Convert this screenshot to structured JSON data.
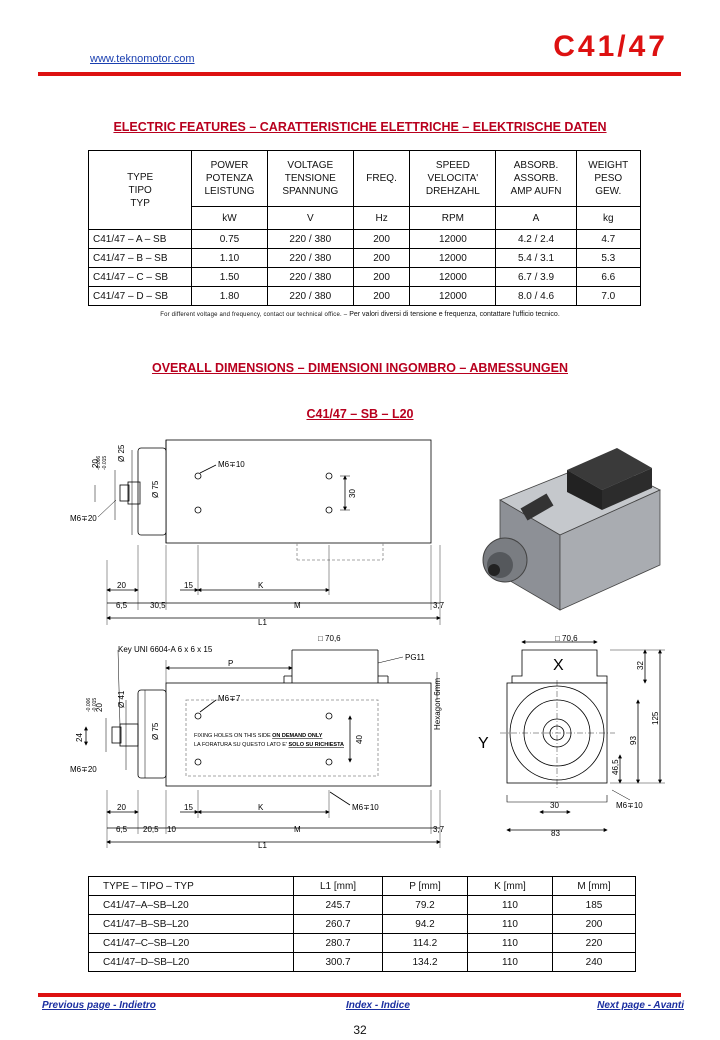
{
  "header": {
    "website": "www.teknomotor.com",
    "model_code": "C41/47"
  },
  "electric_section": {
    "title": "ELECTRIC FEATURES – CARATTERISTICHE ELETTRICHE – ELEKTRISCHE DATEN",
    "columns": [
      {
        "lines": [
          "TYPE",
          "TIPO",
          "TYP"
        ],
        "unit": ""
      },
      {
        "lines": [
          "POWER",
          "POTENZA",
          "LEISTUNG"
        ],
        "unit": "kW"
      },
      {
        "lines": [
          "VOLTAGE",
          "TENSIONE",
          "SPANNUNG"
        ],
        "unit": "V"
      },
      {
        "lines": [
          "FREQ."
        ],
        "unit": "Hz"
      },
      {
        "lines": [
          "SPEED",
          "VELOCITA'",
          "DREHZAHL"
        ],
        "unit": "RPM"
      },
      {
        "lines": [
          "ABSORB.",
          "ASSORB.",
          "AMP AUFN"
        ],
        "unit": "A"
      },
      {
        "lines": [
          "WEIGHT",
          "PESO",
          "GEW."
        ],
        "unit": "kg"
      }
    ],
    "rows": [
      [
        "C41/47 – A – SB",
        "0.75",
        "220 / 380",
        "200",
        "12000",
        "4.2 / 2.4",
        "4.7"
      ],
      [
        "C41/47 – B – SB",
        "1.10",
        "220 / 380",
        "200",
        "12000",
        "5.4 / 3.1",
        "5.3"
      ],
      [
        "C41/47 – C – SB",
        "1.50",
        "220 / 380",
        "200",
        "12000",
        "6.7 / 3.9",
        "6.6"
      ],
      [
        "C41/47 – D – SB",
        "1.80",
        "220 / 380",
        "200",
        "12000",
        "8.0 / 4.6",
        "7.0"
      ]
    ],
    "note_en": "For different voltage and frequency, contact our technical office. –",
    "note_it": "Per valori diversi di tensione e frequenza, contattare l'ufficio tecnico."
  },
  "dimensions_section": {
    "title": "OVERALL DIMENSIONS – DIMENSIONI INGOMBRO – ABMESSUNGEN",
    "subtitle": "C41/47 – SB – L20"
  },
  "drawing": {
    "labels": {
      "m6_10": "M6∓10",
      "m6_20": "M6∓20",
      "m6_7": "M6∓7",
      "d20": "20",
      "d20_tol_top": "-0.006",
      "d20_tol_bot": "-0.015",
      "d25": "Ø 25",
      "d75": "Ø 75",
      "d41": "Ø 41",
      "v30": "30",
      "v40": "40",
      "v24": "24",
      "d15": "15",
      "dK": "K",
      "d6_5": "6,5",
      "d30_5": "30,5",
      "dM": "M",
      "d3_7": "3,7",
      "dL1": "L1",
      "d20_5": "20,5",
      "d10": "10",
      "key": "Key UNI 6604-A 6 x 6 x 15",
      "p": "P",
      "sq70_6": "□ 70,6",
      "pg11": "PG11",
      "hexagon": "Hexagon 6mm",
      "fix_line1a": "FIXING HOLES ON THIS SIDE ",
      "fix_line1b": "ON DEMAND ONLY",
      "fix_line2a": "LA FORATURA SU QUESTO LATO E' ",
      "fix_line2b": "SOLO SU RICHIESTA",
      "x": "X",
      "y": "Y",
      "r32": "32",
      "r125": "125",
      "r93": "93",
      "r46_5": "46,5",
      "b30": "30",
      "b83": "83"
    }
  },
  "dimensions_table": {
    "headers": [
      "TYPE – TIPO – TYP",
      "L1 [mm]",
      "P [mm]",
      "K [mm]",
      "M [mm]"
    ],
    "rows": [
      [
        "C41/47–A–SB–L20",
        "245.7",
        "79.2",
        "110",
        "185"
      ],
      [
        "C41/47–B–SB–L20",
        "260.7",
        "94.2",
        "110",
        "200"
      ],
      [
        "C41/47–C–SB–L20",
        "280.7",
        "114.2",
        "110",
        "220"
      ],
      [
        "C41/47–D–SB–L20",
        "300.7",
        "134.2",
        "110",
        "240"
      ]
    ]
  },
  "footer": {
    "prev": "Previous page - Indietro",
    "index": "Index - Indice",
    "next": "Next page - Avanti",
    "page_number": "32"
  },
  "colors": {
    "accent_red": "#dd1111",
    "link_blue": "#1a2ea0"
  }
}
